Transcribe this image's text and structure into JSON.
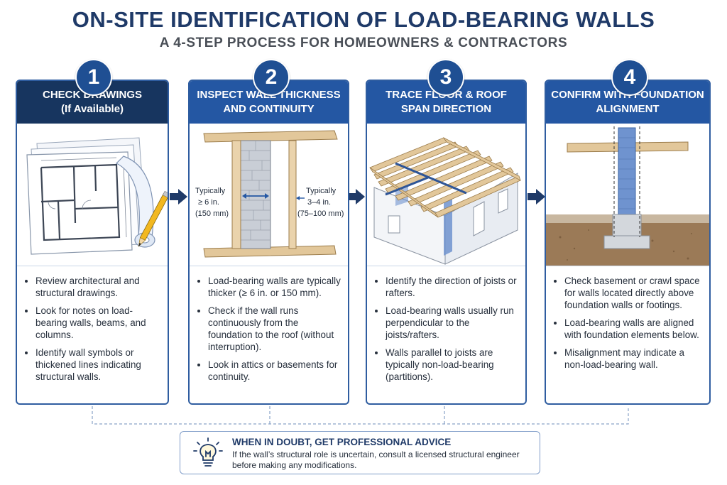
{
  "title": "ON-SITE IDENTIFICATION OF LOAD-BEARING WALLS",
  "subtitle": "A 4-STEP PROCESS FOR HOMEOWNERS & CONTRACTORS",
  "steps": [
    {
      "number": "1",
      "heading_line1": "CHECK DRAWINGS",
      "heading_line2": "(If Available)",
      "bullets": [
        "Review architectural and structural drawings.",
        "Look for notes on load-bearing walls, beams, and columns.",
        "Identify wall symbols or thickened lines indicating structural walls."
      ]
    },
    {
      "number": "2",
      "heading_line1": "INSPECT WALL THICKNESS",
      "heading_line2": "AND CONTINUITY",
      "labels": {
        "left_line1": "Typically",
        "left_line2": "≥ 6 in.",
        "left_line3": "(150 mm)",
        "right_line1": "Typically",
        "right_line2": "3–4 in.",
        "right_line3": "(75–100 mm)"
      },
      "bullets": [
        "Load-bearing walls are typically thicker (≥ 6 in. or 150 mm).",
        "Check if the wall runs continuously from the foundation to the roof (without interruption).",
        "Look in attics or basements for continuity."
      ]
    },
    {
      "number": "3",
      "heading_line1": "TRACE FLOOR & ROOF",
      "heading_line2": "SPAN DIRECTION",
      "bullets": [
        "Identify the direction of joists or rafters.",
        "Load-bearing walls usually run perpendicular to the joists/rafters.",
        "Walls parallel to joists are typically non-load-bearing (partitions)."
      ]
    },
    {
      "number": "4",
      "heading_line1": "CONFIRM WITH FOUNDATION",
      "heading_line2": "ALIGNMENT",
      "bullets": [
        "Check basement or crawl space for walls located directly above foundation walls or footings.",
        "Load-bearing walls are aligned with foundation elements below.",
        "Misalignment may indicate a non-load-bearing wall."
      ]
    }
  ],
  "advice": {
    "title": "WHEN IN DOUBT, GET PROFESSIONAL ADVICE",
    "text": "If the wall’s structural role is uncertain, consult a licensed structural engineer before making any modifications.",
    "icon": "lightbulb-icon"
  },
  "colors": {
    "navy": "#1f3a68",
    "header_blue": "#2457a3",
    "header_dark": "#17355f",
    "wall_blue": "#6f93cf",
    "wood": "#e2c79a"
  }
}
